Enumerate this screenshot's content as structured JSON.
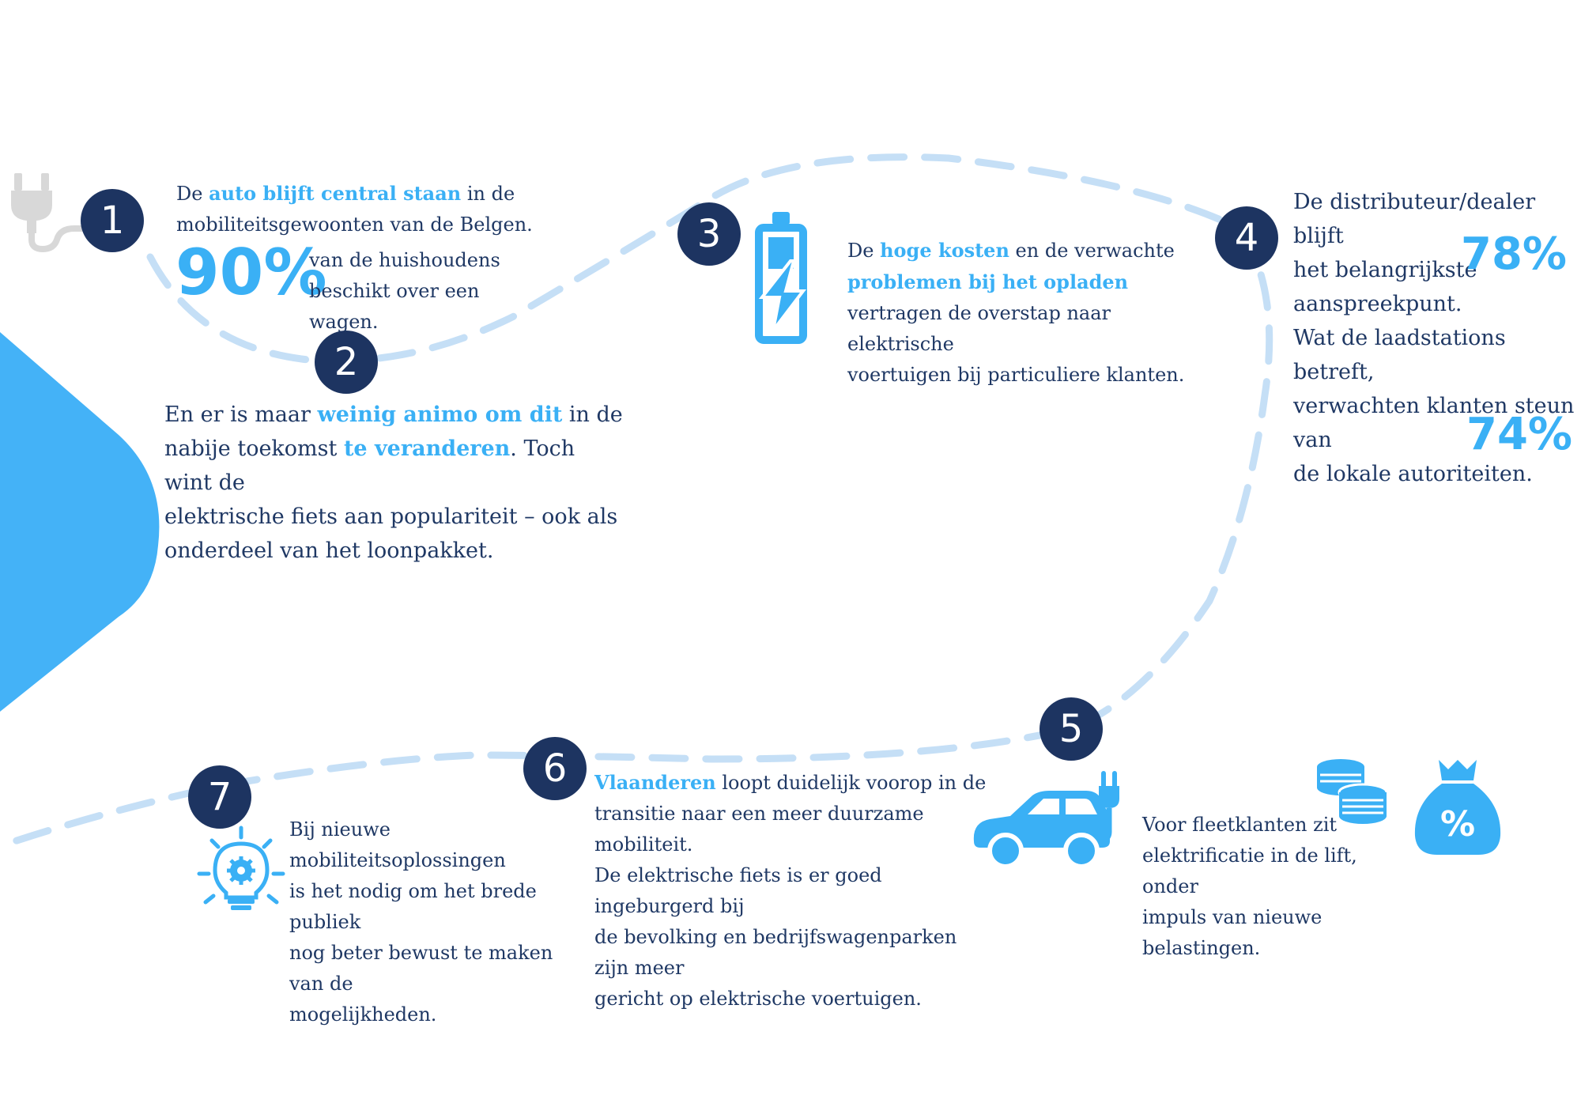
{
  "steps": [
    {
      "number": "1",
      "text_a": "De ",
      "highlight_a": "auto blijft central staan",
      "text_b": " in de",
      "line2": "mobiliteitsgewoonten van de Belgen.",
      "stat": "90%",
      "stat_text_1": "van de huishoudens",
      "stat_text_2": "beschikt over een wagen."
    },
    {
      "number": "2",
      "text_a": "En er is maar ",
      "highlight_a": "weinig animo om dit",
      "text_b": " in de",
      "text_c": "nabije toekomst ",
      "highlight_b": "te veranderen",
      "text_d": ". Toch wint de",
      "line3": "elektrische fiets aan populariteit – ook als",
      "line4": "onderdeel van het loonpakket."
    },
    {
      "number": "3",
      "text_a": "De ",
      "highlight_a": "hoge kosten",
      "text_b": " en de verwachte",
      "highlight_b": "problemen bij het opladen",
      "line3": "vertragen de overstap naar elektrische",
      "line4": "voertuigen bij particuliere klanten."
    },
    {
      "number": "4",
      "line1": "De distributeur/dealer blijft",
      "line2": "het belangrijkste",
      "line3": "aanspreekpunt.",
      "stat_a": "78%",
      "line4": "Wat de laadstations betreft,",
      "line5": "verwachten klanten steun van",
      "line6": "de lokale autoriteiten.",
      "stat_b": "74%"
    },
    {
      "number": "5",
      "line1": "Voor fleetklanten zit",
      "line2": "elektrificatie in de lift, onder",
      "line3": "impuls van nieuwe",
      "line4": "belastingen."
    },
    {
      "number": "6",
      "highlight_a": "Vlaanderen",
      "text_a": " loopt duidelijk voorop in de",
      "line2": "transitie naar een meer duurzame mobiliteit.",
      "line3": "De elektrische fiets is er goed ingeburgerd bij",
      "line4": "de bevolking en bedrijfswagenparken zijn meer",
      "line5": "gericht op elektrische voertuigen."
    },
    {
      "number": "7",
      "line1": "Bij nieuwe mobiliteitsoplossingen",
      "line2": "is het nodig om het brede publiek",
      "line3": "nog beter bewust te maken van de",
      "line4": "mogelijkheden."
    }
  ],
  "icons": [
    "plug-icon",
    "battery-charging-icon",
    "electric-car-icon",
    "coins-icon",
    "money-bag-percent-icon",
    "lightbulb-gear-icon"
  ],
  "money_bag_symbol": "%",
  "colors": {
    "accent": "#3ab0f5",
    "navy": "#1d3461",
    "path": "#c5dff6",
    "text": "#1f3864",
    "plug": "#d8d8d8"
  }
}
